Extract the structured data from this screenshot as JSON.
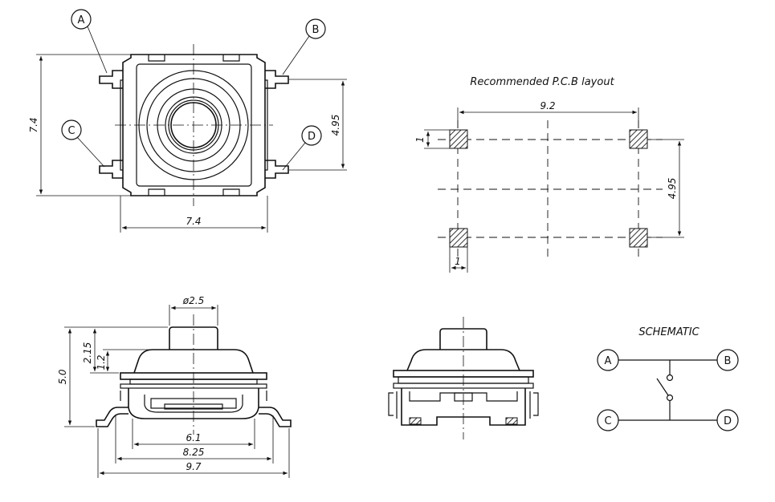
{
  "top_view": {
    "pin_labels": [
      "A",
      "B",
      "C",
      "D"
    ],
    "dim_height": "7.4",
    "dim_width": "7.4",
    "dim_pin_pitch": "4.95"
  },
  "pcb_layout": {
    "title": "Recommended P.C.B layout",
    "dim_width": "9.2",
    "dim_pad_height": "1",
    "dim_pad_width": "1",
    "dim_pitch": "4.95"
  },
  "side_view": {
    "dim_diameter": "ø2.5",
    "dim_total_height": "5.0",
    "dim_cap_height": "2.15",
    "dim_stem_height": "1.2",
    "dim_body": "6.1",
    "dim_frame": "8.25",
    "dim_overall": "9.7"
  },
  "schematic": {
    "title": "SCHEMATIC",
    "pin_labels": [
      "A",
      "B",
      "C",
      "D"
    ]
  }
}
